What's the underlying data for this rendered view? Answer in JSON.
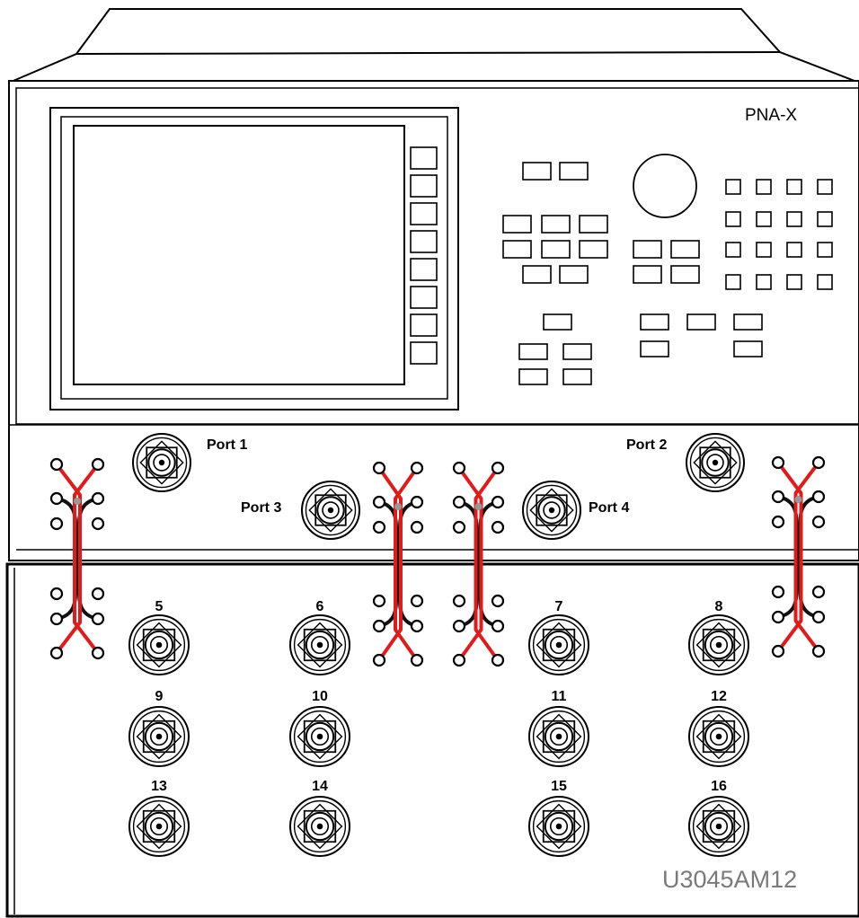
{
  "instrument": {
    "name": "PNA-X"
  },
  "test_set": {
    "model": "U3045AM12"
  },
  "ports": [
    {
      "label": "Port 1"
    },
    {
      "label": "Port 2"
    },
    {
      "label": "Port 3"
    },
    {
      "label": "Port 4"
    }
  ],
  "test_ports": [
    {
      "label": "5"
    },
    {
      "label": "6"
    },
    {
      "label": "7"
    },
    {
      "label": "8"
    },
    {
      "label": "9"
    },
    {
      "label": "10"
    },
    {
      "label": "11"
    },
    {
      "label": "12"
    },
    {
      "label": "13"
    },
    {
      "label": "14"
    },
    {
      "label": "15"
    },
    {
      "label": "16"
    }
  ],
  "colors": {
    "jumper_cable": "#e01b1b",
    "rear_cable": "#111111",
    "model_text": "#7a7a7a"
  }
}
